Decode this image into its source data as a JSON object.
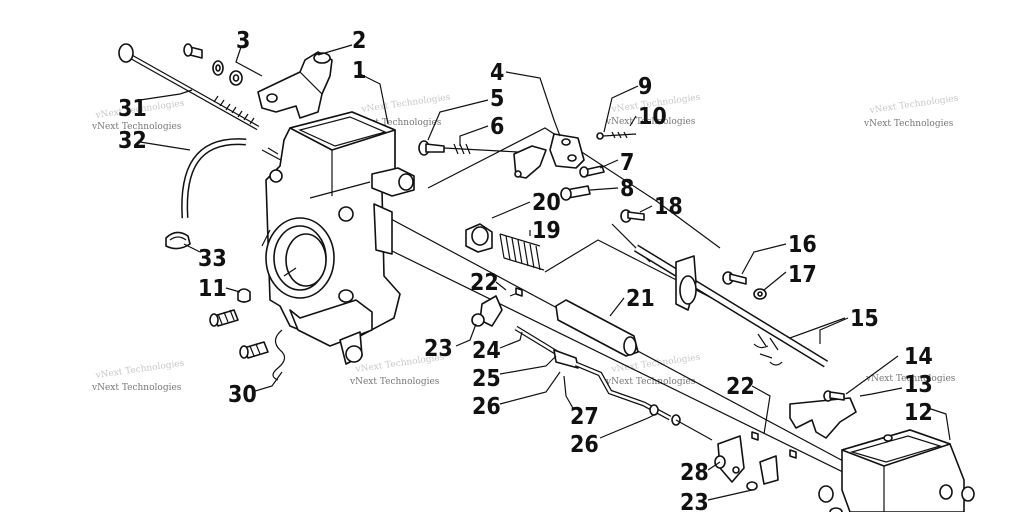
{
  "watermark": "vNext Technologies",
  "callouts": {
    "c1": "1",
    "c2": "2",
    "c3": "3",
    "c4": "4",
    "c5": "5",
    "c6": "6",
    "c7": "7",
    "c8": "8",
    "c9": "9",
    "c10": "10",
    "c11": "11",
    "c12": "12",
    "c13": "13",
    "c14": "14",
    "c15": "15",
    "c16": "16",
    "c17": "17",
    "c18": "18",
    "c19": "19",
    "c20": "20",
    "c21": "21",
    "c22a": "22",
    "c22b": "22",
    "c23a": "23",
    "c23b": "23",
    "c24": "24",
    "c25": "25",
    "c26a": "26",
    "c26b": "26",
    "c27": "27",
    "c28": "28",
    "c30": "30",
    "c31": "31",
    "c32": "32",
    "c33": "33"
  }
}
